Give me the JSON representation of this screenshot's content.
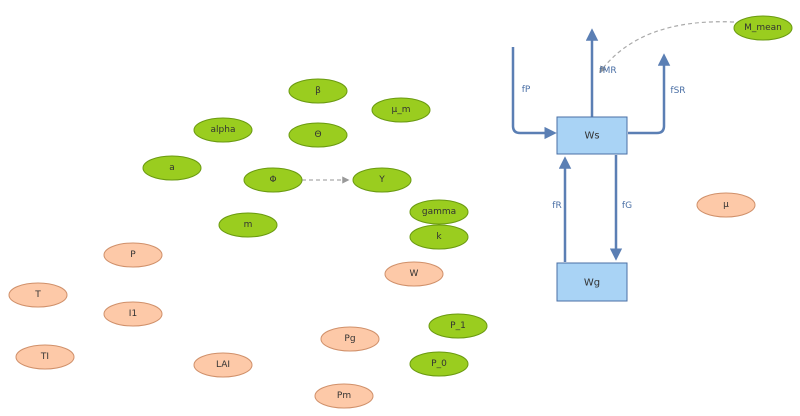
{
  "colors": {
    "param_fill": "#9acd1f",
    "param_stroke": "#6a9a10",
    "var_fill": "#fdc9a8",
    "var_stroke": "#d0906a",
    "stock_fill": "#a9d3f5",
    "stock_stroke": "#4a6fa5",
    "flow_color": "#5b7fb4",
    "link_color": "#aaaaaa"
  },
  "parameters": {
    "beta": "β",
    "mu_m": "μ_m",
    "alpha": "alpha",
    "theta": "Θ",
    "a": "a",
    "phi": "Φ",
    "Y": "Y",
    "gamma": "gamma",
    "m": "m",
    "k": "k",
    "P_1": "P_1",
    "P_0": "P_0",
    "M_mean": "M_mean"
  },
  "variables": {
    "P": "P",
    "T": "T",
    "I1": "I1",
    "TI": "TI",
    "LAI": "LAI",
    "Pg": "Pg",
    "Pm": "Pm",
    "W": "W",
    "mu": "μ"
  },
  "stocks": {
    "Ws": "Ws",
    "Wg": "Wg"
  },
  "flows": {
    "fP": "fP",
    "fMR": "fMR",
    "fSR": "fSR",
    "fR": "fR",
    "fG": "fG"
  }
}
